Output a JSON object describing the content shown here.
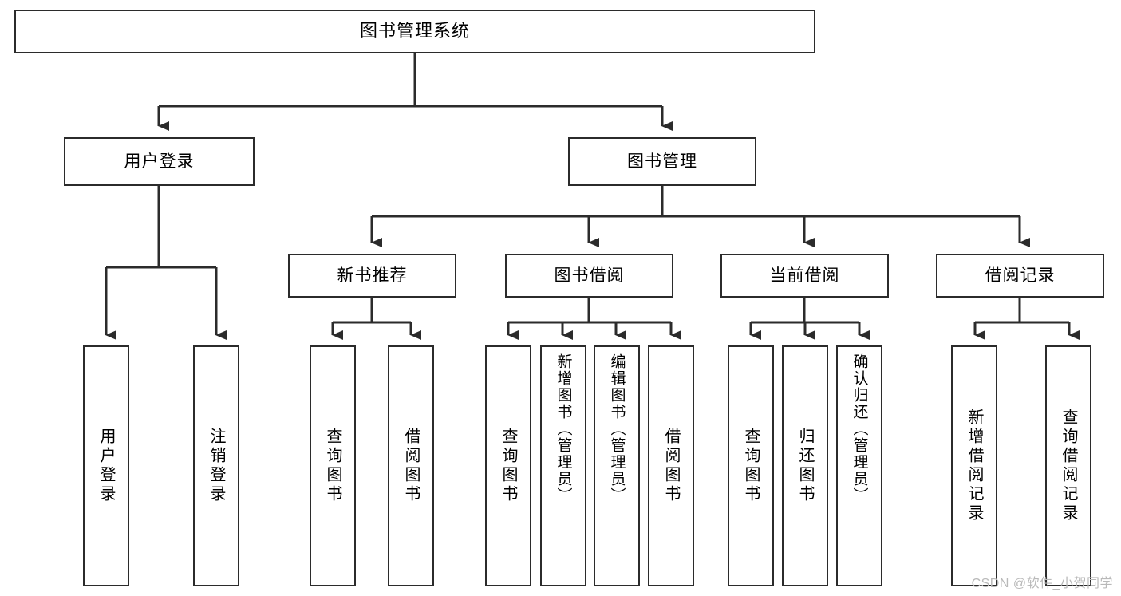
{
  "diagram": {
    "title": "图书管理系统",
    "type": "tree-hierarchy",
    "root": {
      "label": "图书管理系统"
    },
    "level2": [
      {
        "id": "user-login",
        "label": "用户登录"
      },
      {
        "id": "book-manage",
        "label": "图书管理"
      }
    ],
    "level3": [
      {
        "id": "new-book-rec",
        "label": "新书推荐",
        "parent": "book-manage"
      },
      {
        "id": "book-borrow",
        "label": "图书借阅",
        "parent": "book-manage"
      },
      {
        "id": "current-borrow",
        "label": "当前借阅",
        "parent": "book-manage"
      },
      {
        "id": "borrow-record",
        "label": "借阅记录",
        "parent": "book-manage"
      }
    ],
    "leaves": {
      "user-login": [
        {
          "id": "leaf-user-login",
          "label": "用户登录"
        },
        {
          "id": "leaf-logout",
          "label": "注销登录"
        }
      ],
      "new-book-rec": [
        {
          "id": "leaf-query-book-1",
          "label": "查询图书"
        },
        {
          "id": "leaf-borrow-book-1",
          "label": "借阅图书"
        }
      ],
      "book-borrow": [
        {
          "id": "leaf-query-book-2",
          "label": "查询图书"
        },
        {
          "id": "leaf-add-book",
          "label": "新增图书（管理员）"
        },
        {
          "id": "leaf-edit-book",
          "label": "编辑图书（管理员）"
        },
        {
          "id": "leaf-borrow-book-2",
          "label": "借阅图书"
        }
      ],
      "current-borrow": [
        {
          "id": "leaf-query-book-3",
          "label": "查询图书"
        },
        {
          "id": "leaf-return-book",
          "label": "归还图书"
        },
        {
          "id": "leaf-confirm-return",
          "label": "确认归还（管理员）"
        }
      ],
      "borrow-record": [
        {
          "id": "leaf-add-record",
          "label": "新增借阅记录"
        },
        {
          "id": "leaf-query-record",
          "label": "查询借阅记录"
        }
      ]
    }
  },
  "watermark": {
    "text": "CSDN @软件_小贺同学"
  },
  "colors": {
    "stroke": "#2b2b2b",
    "fill": "#ffffff",
    "text": "#000000",
    "watermark": "#b9b9b9"
  }
}
